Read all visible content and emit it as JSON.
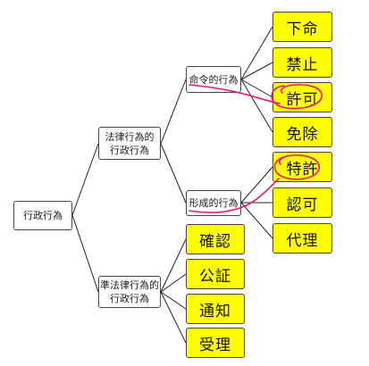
{
  "root": {
    "label": "行政行為"
  },
  "branches": {
    "legal_act": {
      "label": "法律行為的\n行政行為"
    },
    "quasi_legal_act": {
      "label": "準法律行為的\n行政行為"
    },
    "command_act": {
      "label": "命令的行為"
    },
    "formative_act": {
      "label": "形成的行為"
    }
  },
  "leaves": {
    "command": [
      "下命",
      "禁止",
      "許可",
      "免除"
    ],
    "formative": [
      "特許",
      "認可",
      "代理"
    ],
    "quasi": [
      "確認",
      "公証",
      "通知",
      "受理"
    ]
  },
  "colors": {
    "leaf_fill": "#ffff00",
    "line": "#222222",
    "annotation": "#e8176f"
  }
}
